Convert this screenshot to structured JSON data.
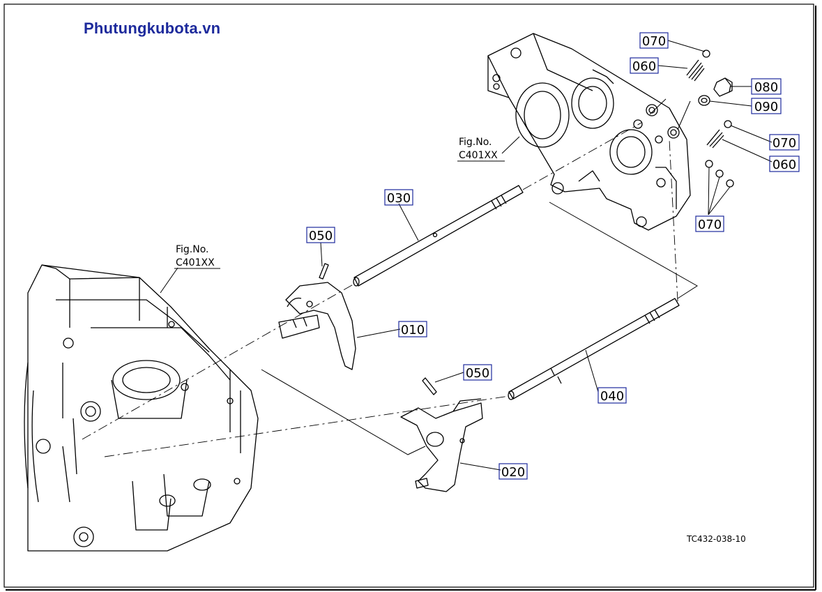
{
  "brand": "Phutungkubota.vn",
  "drawing_code": "TC432-038-10",
  "figure_refs": [
    {
      "line1": "Fig.No.",
      "line2": "C401XX"
    },
    {
      "line1": "Fig.No.",
      "line2": "C401XX"
    }
  ],
  "callouts": [
    "070",
    "060",
    "080",
    "090",
    "070",
    "060",
    "070",
    "030",
    "050",
    "010",
    "050",
    "040",
    "020"
  ],
  "colors": {
    "line": "#000000",
    "box": "#1d2a9c",
    "brand": "#1d2a9c"
  }
}
